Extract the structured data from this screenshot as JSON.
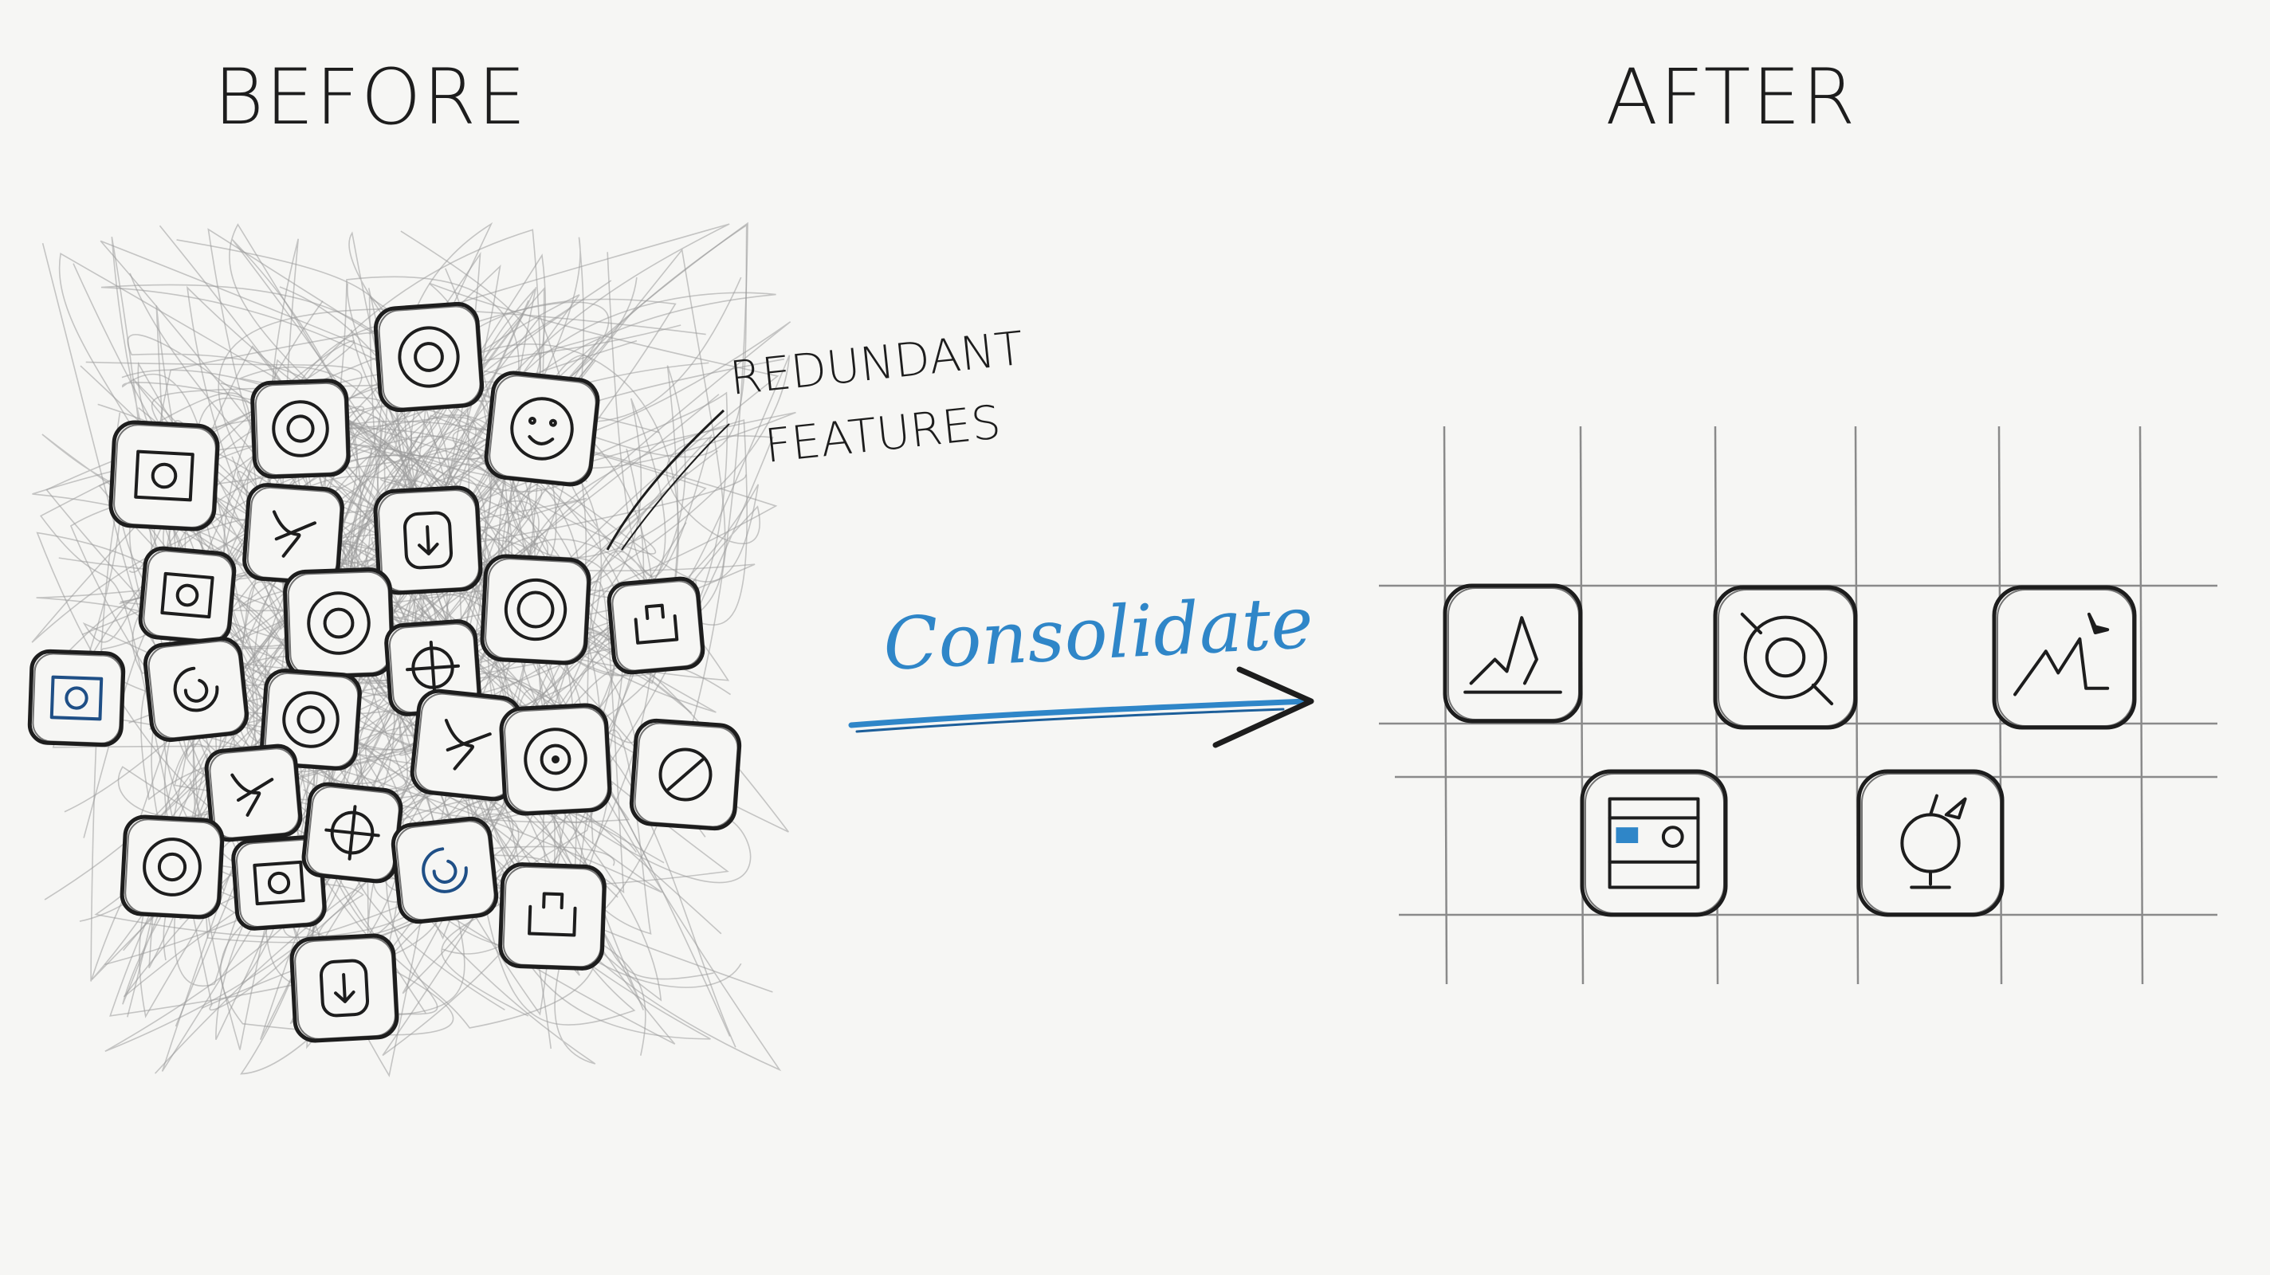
{
  "panels": {
    "before": {
      "title": "BEFORE"
    },
    "after": {
      "title": "AFTER"
    }
  },
  "annotations": {
    "redundant_line1": "REDUNDANT",
    "redundant_line2": "FEATURES",
    "arrow_label": "Consolidate"
  },
  "colors": {
    "paper": "#f6f6f4",
    "ink": "#1d1d1d",
    "scribble": "#9a9a9a",
    "grid": "#8a8a8a",
    "accent_blue": "#2f86c8",
    "icon_blue": "#1f4f86"
  },
  "before_icons": [
    {
      "name": "target-icon"
    },
    {
      "name": "square-frame-icon"
    },
    {
      "name": "ring-icon"
    },
    {
      "name": "face-icon"
    },
    {
      "name": "bug-icon"
    },
    {
      "name": "pin-icon"
    },
    {
      "name": "box-icon"
    },
    {
      "name": "ring-icon"
    },
    {
      "name": "alert-ring-icon"
    },
    {
      "name": "cart-icon"
    },
    {
      "name": "camera-icon"
    },
    {
      "name": "spiral-icon"
    },
    {
      "name": "ring-icon"
    },
    {
      "name": "share-icon"
    },
    {
      "name": "network-icon"
    },
    {
      "name": "dot-ring-icon"
    },
    {
      "name": "power-icon"
    },
    {
      "name": "scribble-icon"
    },
    {
      "name": "target-icon"
    },
    {
      "name": "camera-icon"
    },
    {
      "name": "gear-icon"
    },
    {
      "name": "sync-icon"
    },
    {
      "name": "chart-icon"
    },
    {
      "name": "download-icon"
    }
  ],
  "after_icons": [
    {
      "name": "mountain-icon"
    },
    {
      "name": "search-icon"
    },
    {
      "name": "trend-icon"
    },
    {
      "name": "dashboard-icon"
    },
    {
      "name": "robot-icon"
    }
  ]
}
